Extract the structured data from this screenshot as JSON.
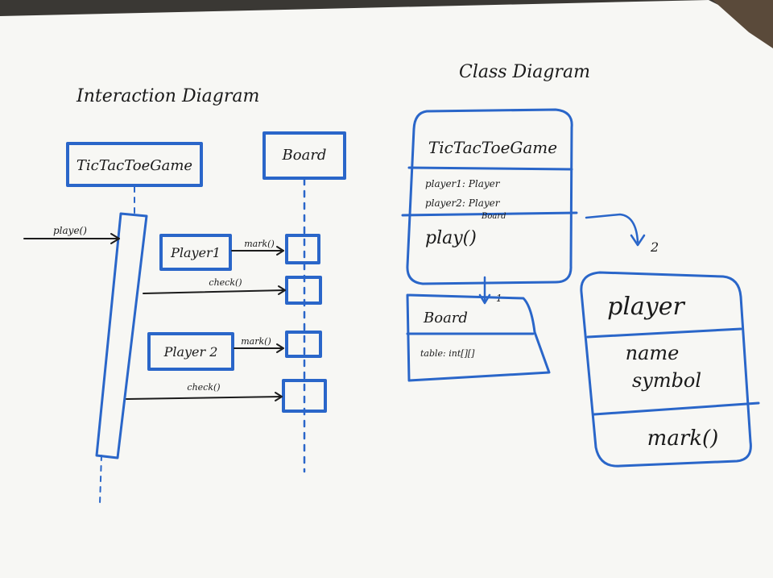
{
  "interaction": {
    "title": "Interaction Diagram",
    "lifeline_game": "TicTacToeGame",
    "lifeline_board": "Board",
    "msg_play": "playe()",
    "player1": "Player1",
    "msg_mark1": "mark()",
    "msg_check1": "check()",
    "player2": "Player 2",
    "msg_mark2": "mark()",
    "msg_check2": "check()"
  },
  "class_diagram": {
    "title": "Class Diagram",
    "game_class": {
      "name": "TicTacToeGame",
      "attr1": "player1: Player",
      "attr2": "player2: Player",
      "attr3": "Board",
      "method": "play()"
    },
    "board_class": {
      "name": "Board",
      "attr": "table: int[][]"
    },
    "player_class": {
      "name": "player",
      "attr1": "name",
      "attr2": "symbol",
      "method": "mark()"
    },
    "multiplicity_board": "1",
    "multiplicity_player": "2"
  }
}
